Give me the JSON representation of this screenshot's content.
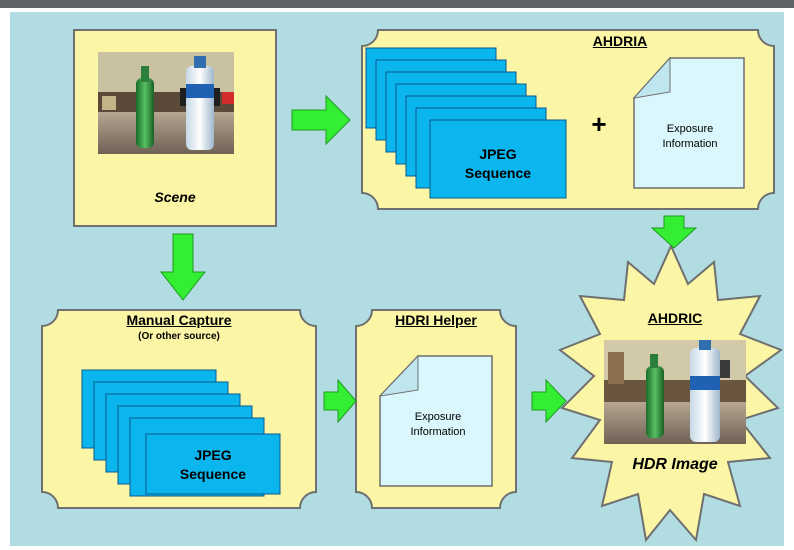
{
  "colors": {
    "background": "#b1dde2",
    "box_fill": "#fbf6a6",
    "box_stroke": "#6f6f6f",
    "card_fill": "#0bb6ee",
    "doc_fill": "#d9f7fd",
    "arrow_fill": "#33ee33",
    "arrow_stroke": "#1f9a1f"
  },
  "scene": {
    "caption": "Scene",
    "image": "scene-photo"
  },
  "ahdria": {
    "title": "AHDRIA",
    "sequence_label_line1": "JPEG",
    "sequence_label_line2": "Sequence",
    "plus": "+",
    "doc_line1": "Exposure",
    "doc_line2": "Information"
  },
  "manual": {
    "title": "Manual Capture",
    "subtitle": "(Or other source)",
    "sequence_label_line1": "JPEG",
    "sequence_label_line2": "Sequence"
  },
  "helper": {
    "title": "HDRI Helper",
    "doc_line1": "Exposure",
    "doc_line2": "Information"
  },
  "ahdric": {
    "title": "AHDRIC",
    "caption": "HDR Image",
    "image": "hdr-photo"
  }
}
